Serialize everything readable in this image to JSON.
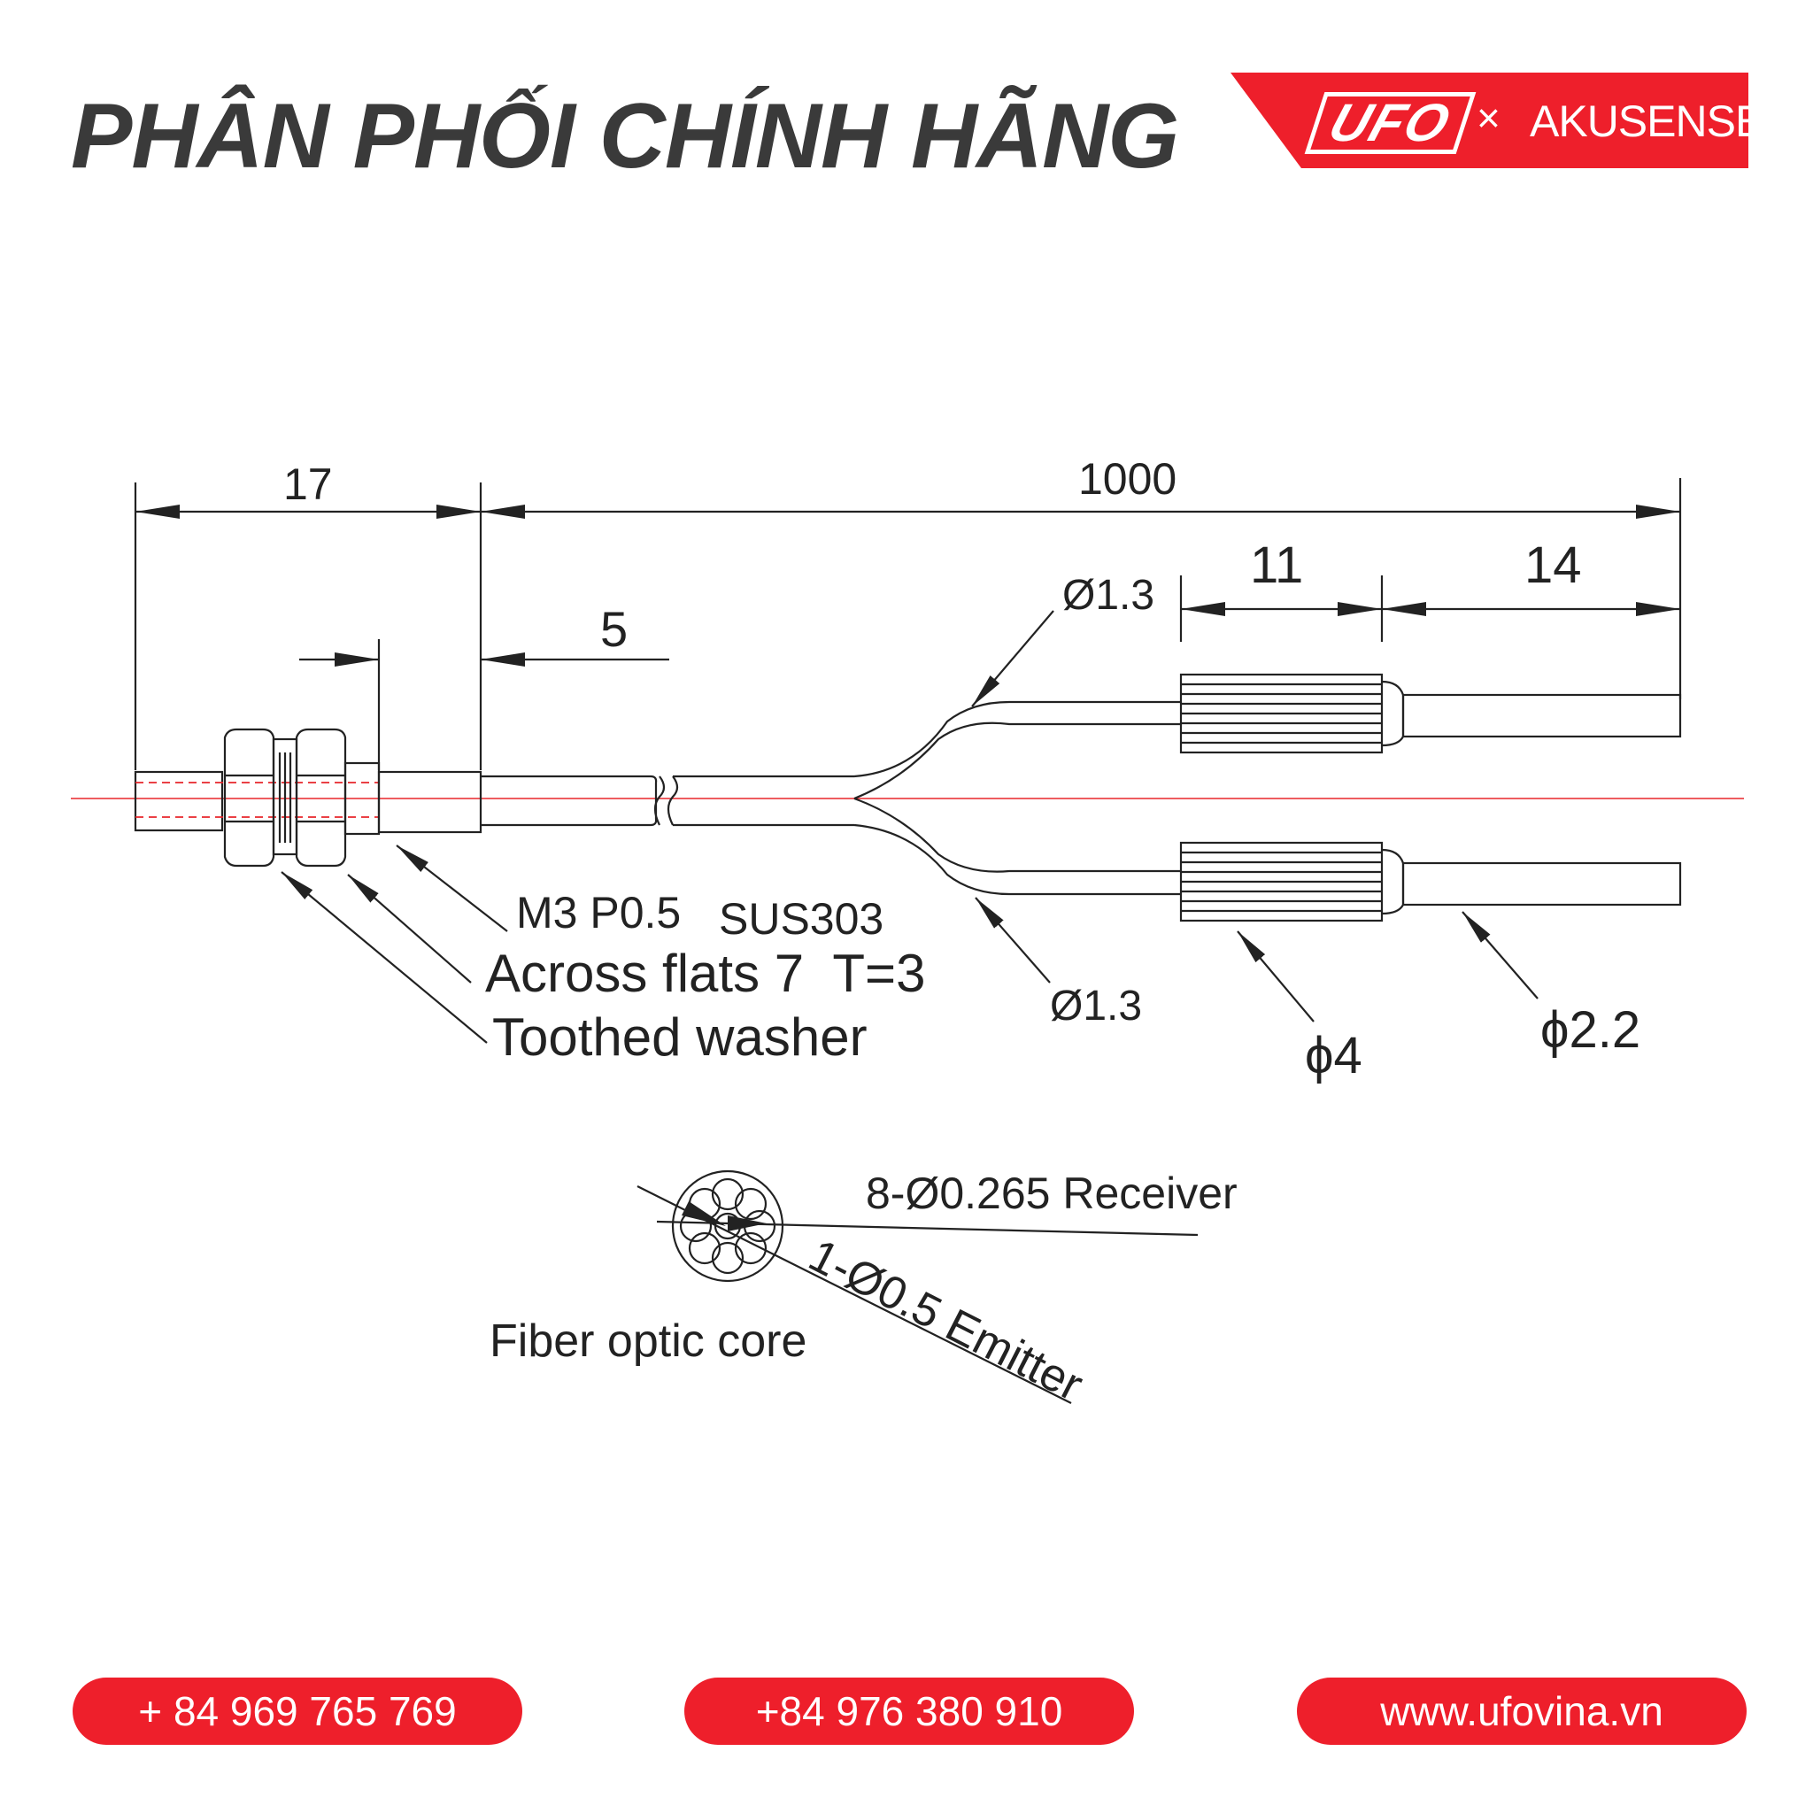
{
  "header": {
    "title": "PHÂN PHỐI CHÍNH HÃNG",
    "brand_logo_text": "UFO",
    "brand_separator": "×",
    "brand_partner": "AKUSENSE",
    "accent_color": "#ee1f2b"
  },
  "drawing": {
    "dim_total_left": "17",
    "dim_cable": "1000",
    "dim_thread": "5",
    "dim_sleeve": "11",
    "dim_tip": "14",
    "dia_upper_cable": "Ø1.3",
    "dia_lower_cable": "Ø1.3",
    "dia_sleeve": "ϕ4",
    "dia_tip": "ϕ2.2",
    "label_thread": "M3 P0.5",
    "label_material": "SUS303",
    "label_nut": "Across flats 7  T=3",
    "label_washer": "Toothed washer",
    "label_receiver": "8-Ø0.265 Receiver",
    "label_emitter": "1-Ø0.5 Emitter",
    "label_core": "Fiber optic core"
  },
  "footer": {
    "phone_1": "+ 84 969 765 769",
    "phone_2": "+84 976 380 910",
    "website": "www.ufovina.vn"
  }
}
